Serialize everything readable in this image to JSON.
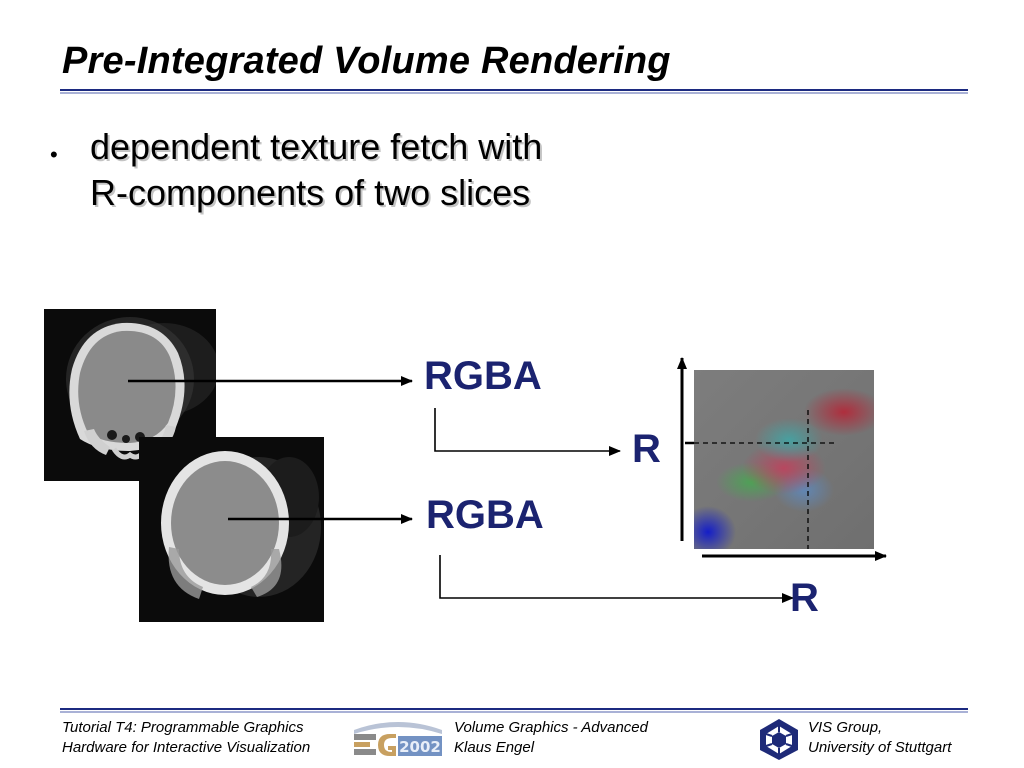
{
  "slide": {
    "title": "Pre-Integrated Volume Rendering",
    "bullets": [
      {
        "lines": [
          "dependent texture fetch with",
          "R-components of two slices"
        ]
      }
    ]
  },
  "diagram": {
    "rgba_top": "RGBA",
    "rgba_bottom": "RGBA",
    "r_vertical": "R",
    "r_horizontal": "R"
  },
  "footer": {
    "left_line1": "Tutorial T4: Programmable Graphics",
    "left_line2": "Hardware for Interactive Visualization",
    "logo_eg_year": "2002",
    "center_line1": "Volume Graphics - Advanced",
    "center_line2": "Klaus Engel",
    "right_line1": "VIS Group,",
    "right_line2": "University of Stuttgart"
  },
  "colors": {
    "rule": "#1c2a80",
    "label_blue": "#1b2370"
  }
}
